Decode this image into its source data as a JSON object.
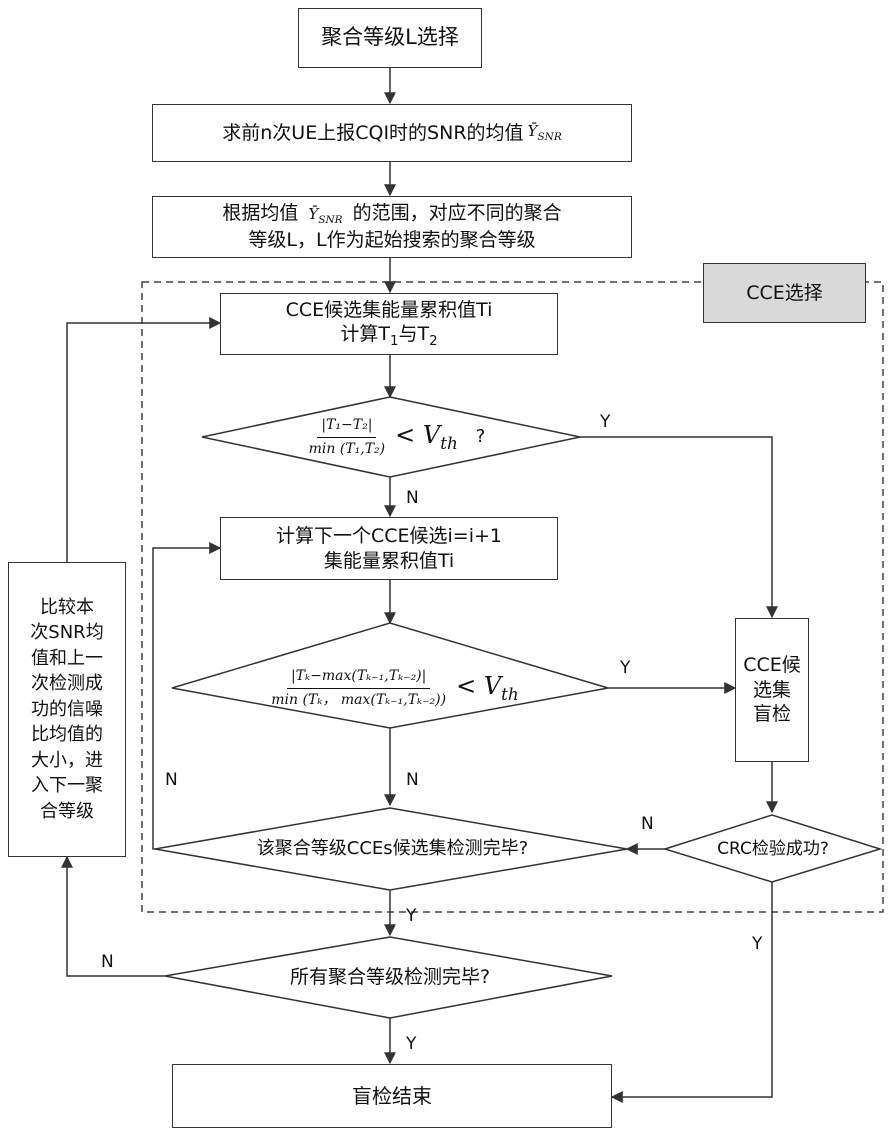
{
  "nodes": {
    "select_level": "聚合等级L选择",
    "snr_mean": {
      "text": "求前n次UE上报CQI时的SNR的均值",
      "symbol": "Ȳ",
      "sub": "SNR"
    },
    "map_level": {
      "line1_a": "根据均值",
      "symbol": "Ȳ",
      "sub": "SNR",
      "line1_b": "的范围，对应不同的聚合",
      "line2": "等级L，L作为起始搜索的聚合等级"
    },
    "cce_select_title": "CCE选择",
    "energy_calc": {
      "line1": "CCE候选集能量累积值Ti",
      "line2_a": "计算T",
      "line2_s1": "1",
      "line2_b": "与T",
      "line2_s2": "2"
    },
    "decision1": {
      "num": "|T₁−T₂|",
      "den": "min (T₁,T₂)",
      "rhs": "< V",
      "rhs_sub": "th",
      "q": "?"
    },
    "next_candidate": {
      "line1": "计算下一个CCE候选i=i+1",
      "line2": "集能量累积值Ti"
    },
    "decision2": {
      "num": "|Tₖ−max(Tₖ₋₁,Tₖ₋₂)|",
      "den": "min (Tₖ， max(Tₖ₋₁,Tₖ₋₂))",
      "rhs": "< V",
      "rhs_sub": "th"
    },
    "blind_detect": [
      "CCE候",
      "选集",
      "盲检"
    ],
    "crc": "CRC检验成功?",
    "level_done": "该聚合等级CCEs候选集检测完毕?",
    "all_done": "所有聚合等级检测完毕?",
    "end": "盲检结束",
    "compare": [
      "比较本",
      "次SNR均",
      "值和上一",
      "次检测成",
      "功的信噪",
      "比均值的",
      "大小，进",
      "入下一聚",
      "合等级"
    ]
  },
  "labels": {
    "d1_yes": "Y",
    "d1_no": "N",
    "d2_yes": "Y",
    "d2_no": "N",
    "level_no": "N",
    "crc_no": "N",
    "crc_yes": "Y",
    "level_yes": "Y",
    "all_no": "N",
    "all_yes": "Y"
  },
  "colors": {
    "line": "#333333",
    "title_box": "#d9d9d9"
  }
}
